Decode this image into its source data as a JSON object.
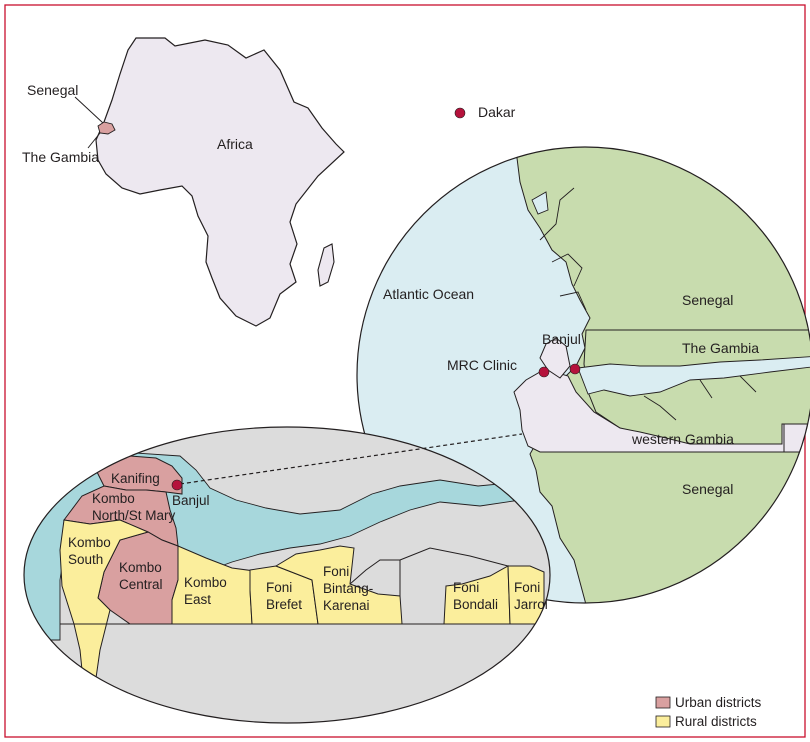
{
  "colors": {
    "frame": "#c8102e",
    "ocean": "#daedf2",
    "land": "#c8dcae",
    "gambia_strip": "#ede8f0",
    "africa": "#ede8f0",
    "inset_background": "#dcdcdc",
    "inset_water": "#a7d7dc",
    "urban": "#d9a0a0",
    "rural": "#fbee9c",
    "location_marker": "#b5123c",
    "outline": "#231f20"
  },
  "africa_map": {
    "continent_label": "Africa",
    "senegal_label": "Senegal",
    "gambia_label": "The Gambia"
  },
  "regional_map": {
    "places": {
      "dakar": "Dakar",
      "atlantic": "Atlantic Ocean",
      "senegal_north": "Senegal",
      "banjul": "Banjul",
      "the_gambia": "The Gambia",
      "mrc_clinic": "MRC Clinic",
      "western_gambia": "western Gambia",
      "senegal_south": "Senegal"
    }
  },
  "district_map": {
    "banjul": "Banjul",
    "districts": [
      {
        "key": "kanifing",
        "lines": [
          "Kanifing"
        ],
        "type": "urban"
      },
      {
        "key": "kombo-north",
        "lines": [
          "Kombo",
          "North/St Mary"
        ],
        "type": "urban"
      },
      {
        "key": "kombo-central",
        "lines": [
          "Kombo",
          "Central"
        ],
        "type": "urban"
      },
      {
        "key": "kombo-south",
        "lines": [
          "Kombo",
          "South"
        ],
        "type": "rural"
      },
      {
        "key": "kombo-east",
        "lines": [
          "Kombo",
          "East"
        ],
        "type": "rural"
      },
      {
        "key": "foni-brefet",
        "lines": [
          "Foni",
          "Brefet"
        ],
        "type": "rural"
      },
      {
        "key": "foni-bintang",
        "lines": [
          "Foni",
          "Bintang-",
          "Karenai"
        ],
        "type": "rural"
      },
      {
        "key": "foni-bondali",
        "lines": [
          "Foni",
          "Bondali"
        ],
        "type": "rural"
      },
      {
        "key": "foni-jarrol",
        "lines": [
          "Foni",
          "Jarrol"
        ],
        "type": "rural"
      }
    ]
  },
  "legend": [
    {
      "label": "Urban districts",
      "color": "#d9a0a0"
    },
    {
      "label": "Rural districts",
      "color": "#fbee9c"
    }
  ]
}
